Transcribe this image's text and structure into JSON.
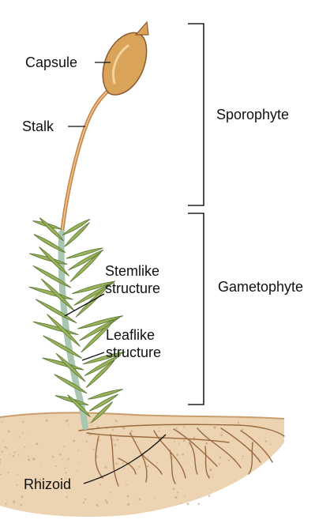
{
  "labels": {
    "capsule": "Capsule",
    "stalk": "Stalk",
    "stemlike": [
      "Stemlike",
      "structure"
    ],
    "leaflike": [
      "Leaflike",
      "structure"
    ],
    "rhizoid": "Rhizoid"
  },
  "stages": {
    "sporophyte": "Sporophyte",
    "gametophyte": "Gametophyte"
  },
  "colors": {
    "capsule": "#d9a35a",
    "stalk": "#c98a4e",
    "leaf": "#9bb35a",
    "leaf_dark": "#5f7d3a",
    "stem_inner": "#a9c7b0",
    "soil": "#ecd3b2",
    "soil_dark": "#c99e6d",
    "rhizoid": "#9a6a3e",
    "bracket": "#222222",
    "leader": "#111111"
  }
}
